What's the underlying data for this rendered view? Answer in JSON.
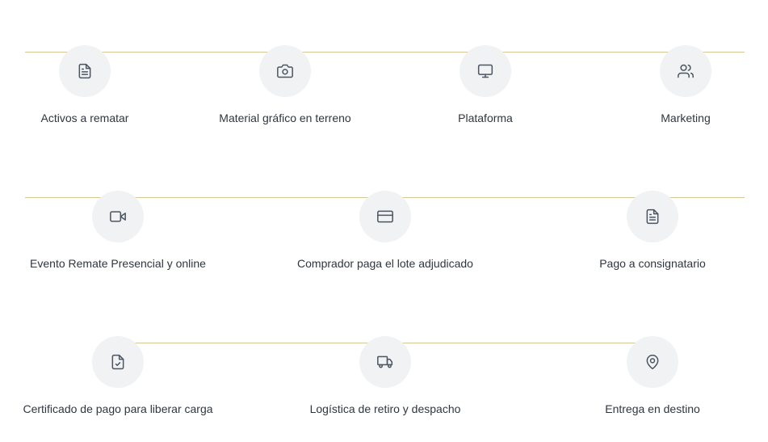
{
  "rows": [
    {
      "steps": [
        {
          "label": "Activos a rematar",
          "icon": "document-icon"
        },
        {
          "label": "Material gráfico en terreno",
          "icon": "camera-icon"
        },
        {
          "label": "Plataforma",
          "icon": "monitor-icon"
        },
        {
          "label": "Marketing",
          "icon": "users-icon"
        }
      ]
    },
    {
      "steps": [
        {
          "label": "Evento Remate Presencial y online",
          "icon": "video-icon"
        },
        {
          "label": "Comprador paga el lote adjudicado",
          "icon": "credit-card-icon"
        },
        {
          "label": "Pago a consignatario",
          "icon": "document-icon"
        }
      ]
    },
    {
      "steps": [
        {
          "label": "Certificado de pago para liberar carga",
          "icon": "file-check-icon"
        },
        {
          "label": "Logística de retiro y despacho",
          "icon": "truck-icon"
        },
        {
          "label": "Entrega en destino",
          "icon": "map-pin-icon"
        }
      ]
    }
  ],
  "colors": {
    "line": "#e8c766",
    "circle": "#f1f2f4",
    "icon": "#4b5563"
  }
}
